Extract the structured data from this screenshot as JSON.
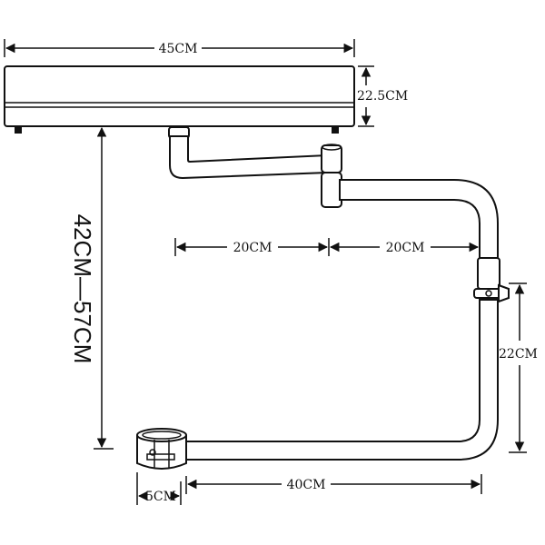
{
  "dimensions": {
    "tray_width": "45CM",
    "tray_thickness": "22.5CM",
    "height_range": "42CM—57CM",
    "arm_segment_1": "20CM",
    "arm_segment_2": "20CM",
    "clamp_to_joint_height": "22CM",
    "base_span": "40CM",
    "clamp_width": "5CM"
  },
  "colors": {
    "line": "#111111",
    "background": "#ffffff"
  }
}
